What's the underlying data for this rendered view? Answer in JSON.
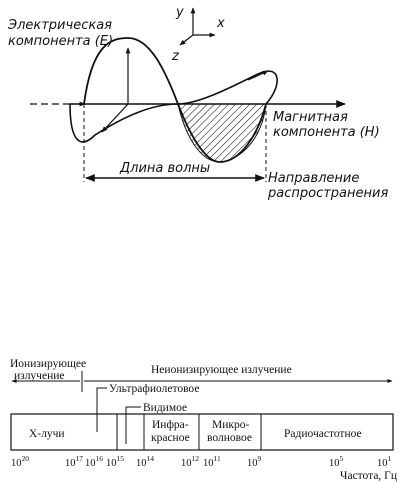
{
  "wave_diagram": {
    "axes": {
      "y": "y",
      "x": "x",
      "z": "z"
    },
    "electric_label": [
      "Электрическая",
      "компонента (E)"
    ],
    "magnetic_label": [
      "Магнитная",
      "компонента (H)"
    ],
    "wavelength_label": "Длина волны",
    "direction_label": [
      "Направление",
      "распространения"
    ]
  },
  "spectrum_diagram": {
    "ionizing_label": [
      "Ионизирующее",
      "излучение"
    ],
    "nonionizing_label": "Неионизирующее излучение",
    "ultraviolet_label": "Ультрафиолетовое",
    "visible_label": "Видимое",
    "bands": [
      {
        "lines": [
          "Х-лучи"
        ]
      },
      {
        "lines": [
          "Инфра-",
          "красное"
        ]
      },
      {
        "lines": [
          "Микро-",
          "волновое"
        ]
      },
      {
        "lines": [
          "Радиочастотное"
        ]
      }
    ],
    "ticks": [
      {
        "base": "10",
        "exp": "20"
      },
      {
        "base": "10",
        "exp": "17"
      },
      {
        "base": "10",
        "exp": "16"
      },
      {
        "base": "10",
        "exp": "15"
      },
      {
        "base": "10",
        "exp": "14"
      },
      {
        "base": "10",
        "exp": "12"
      },
      {
        "base": "10",
        "exp": "11"
      },
      {
        "base": "10",
        "exp": "9"
      },
      {
        "base": "10",
        "exp": "5"
      },
      {
        "base": "10",
        "exp": "1"
      }
    ],
    "frequency_label": "Частота, Гц"
  }
}
